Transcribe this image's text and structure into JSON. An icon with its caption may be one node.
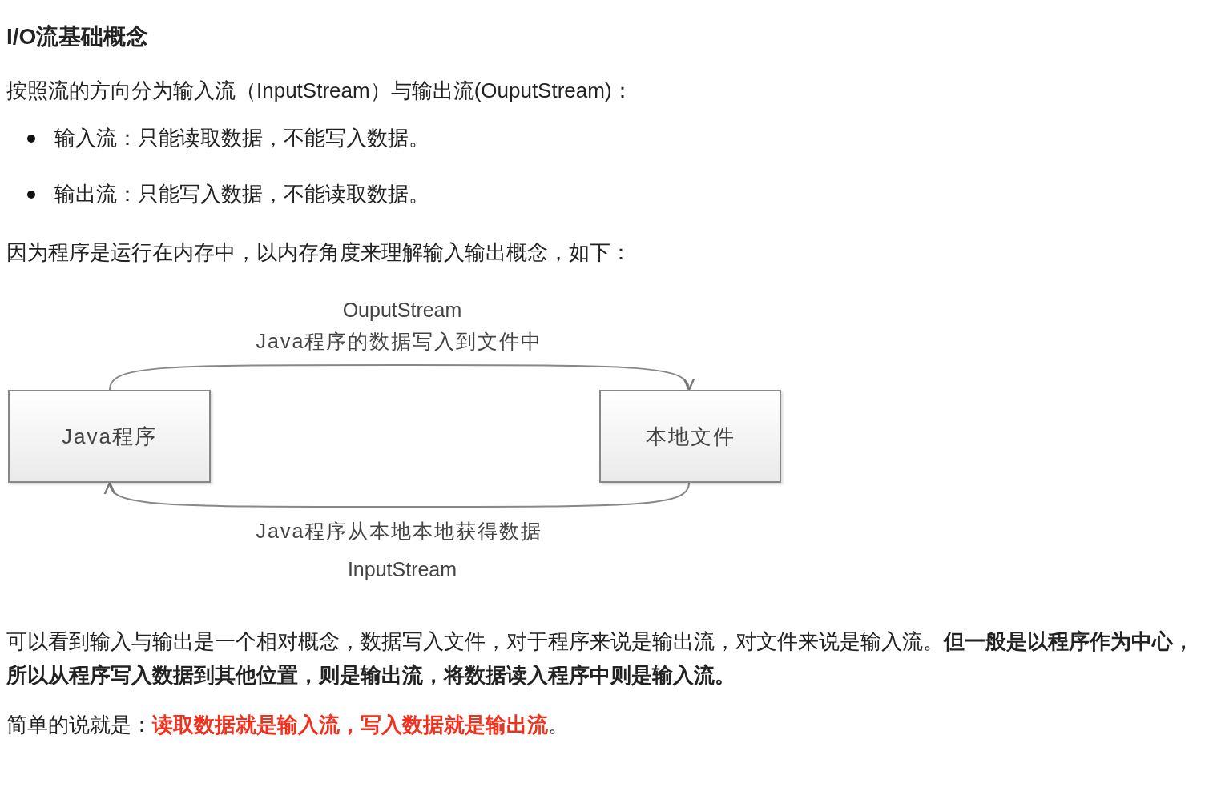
{
  "diagram": {
    "title": "I/O流基础概念",
    "nodes": [
      {
        "text": [
          "Java程序"
        ]
      },
      {
        "text": [
          "本地文件"
        ]
      }
    ],
    "edges": [
      {
        "from": 0,
        "to": 1,
        "arrow": "to",
        "label": "Java程序的数据写入到文件中"
      },
      {
        "from": 1,
        "to": 0,
        "arrow": "to",
        "label": "Java程序从本地本地获得数据"
      }
    ],
    "labels": [
      "按照流的方向分为输入流（InputStream）与输出流(OuputStream)：",
      "输入流：只能读取数据，不能写入数据。",
      "输出流：只能写入数据，不能读取数据。",
      "因为程序是运行在内存中，以内存角度来理解输入输出概念，如下：",
      "OuputStream",
      "InputStream",
      "可以看到输入与输出是一个相对概念，数据写入文件，对于程序来说是输出流，对文件来说是输入流。**但一般是以程序作为中心，所以从程序写入数据到其他位置，则是输出流，将数据读入程序中则是输入流。**",
      "简单的说就是：**读取数据就是输入流，写入数据就是输出流**。"
    ]
  }
}
